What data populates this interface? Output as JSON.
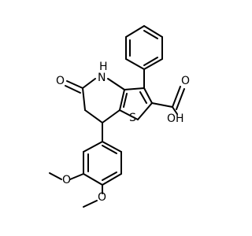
{
  "diagram": {
    "type": "chemical-structure",
    "atom_labels": {
      "nh_n": "N",
      "nh_h": "H",
      "ketone_o": "O",
      "ring_s": "S",
      "acid_o": "O",
      "acid_oh": "OH",
      "methoxy_o_upper": "O",
      "methoxy_o_lower": "O"
    }
  }
}
